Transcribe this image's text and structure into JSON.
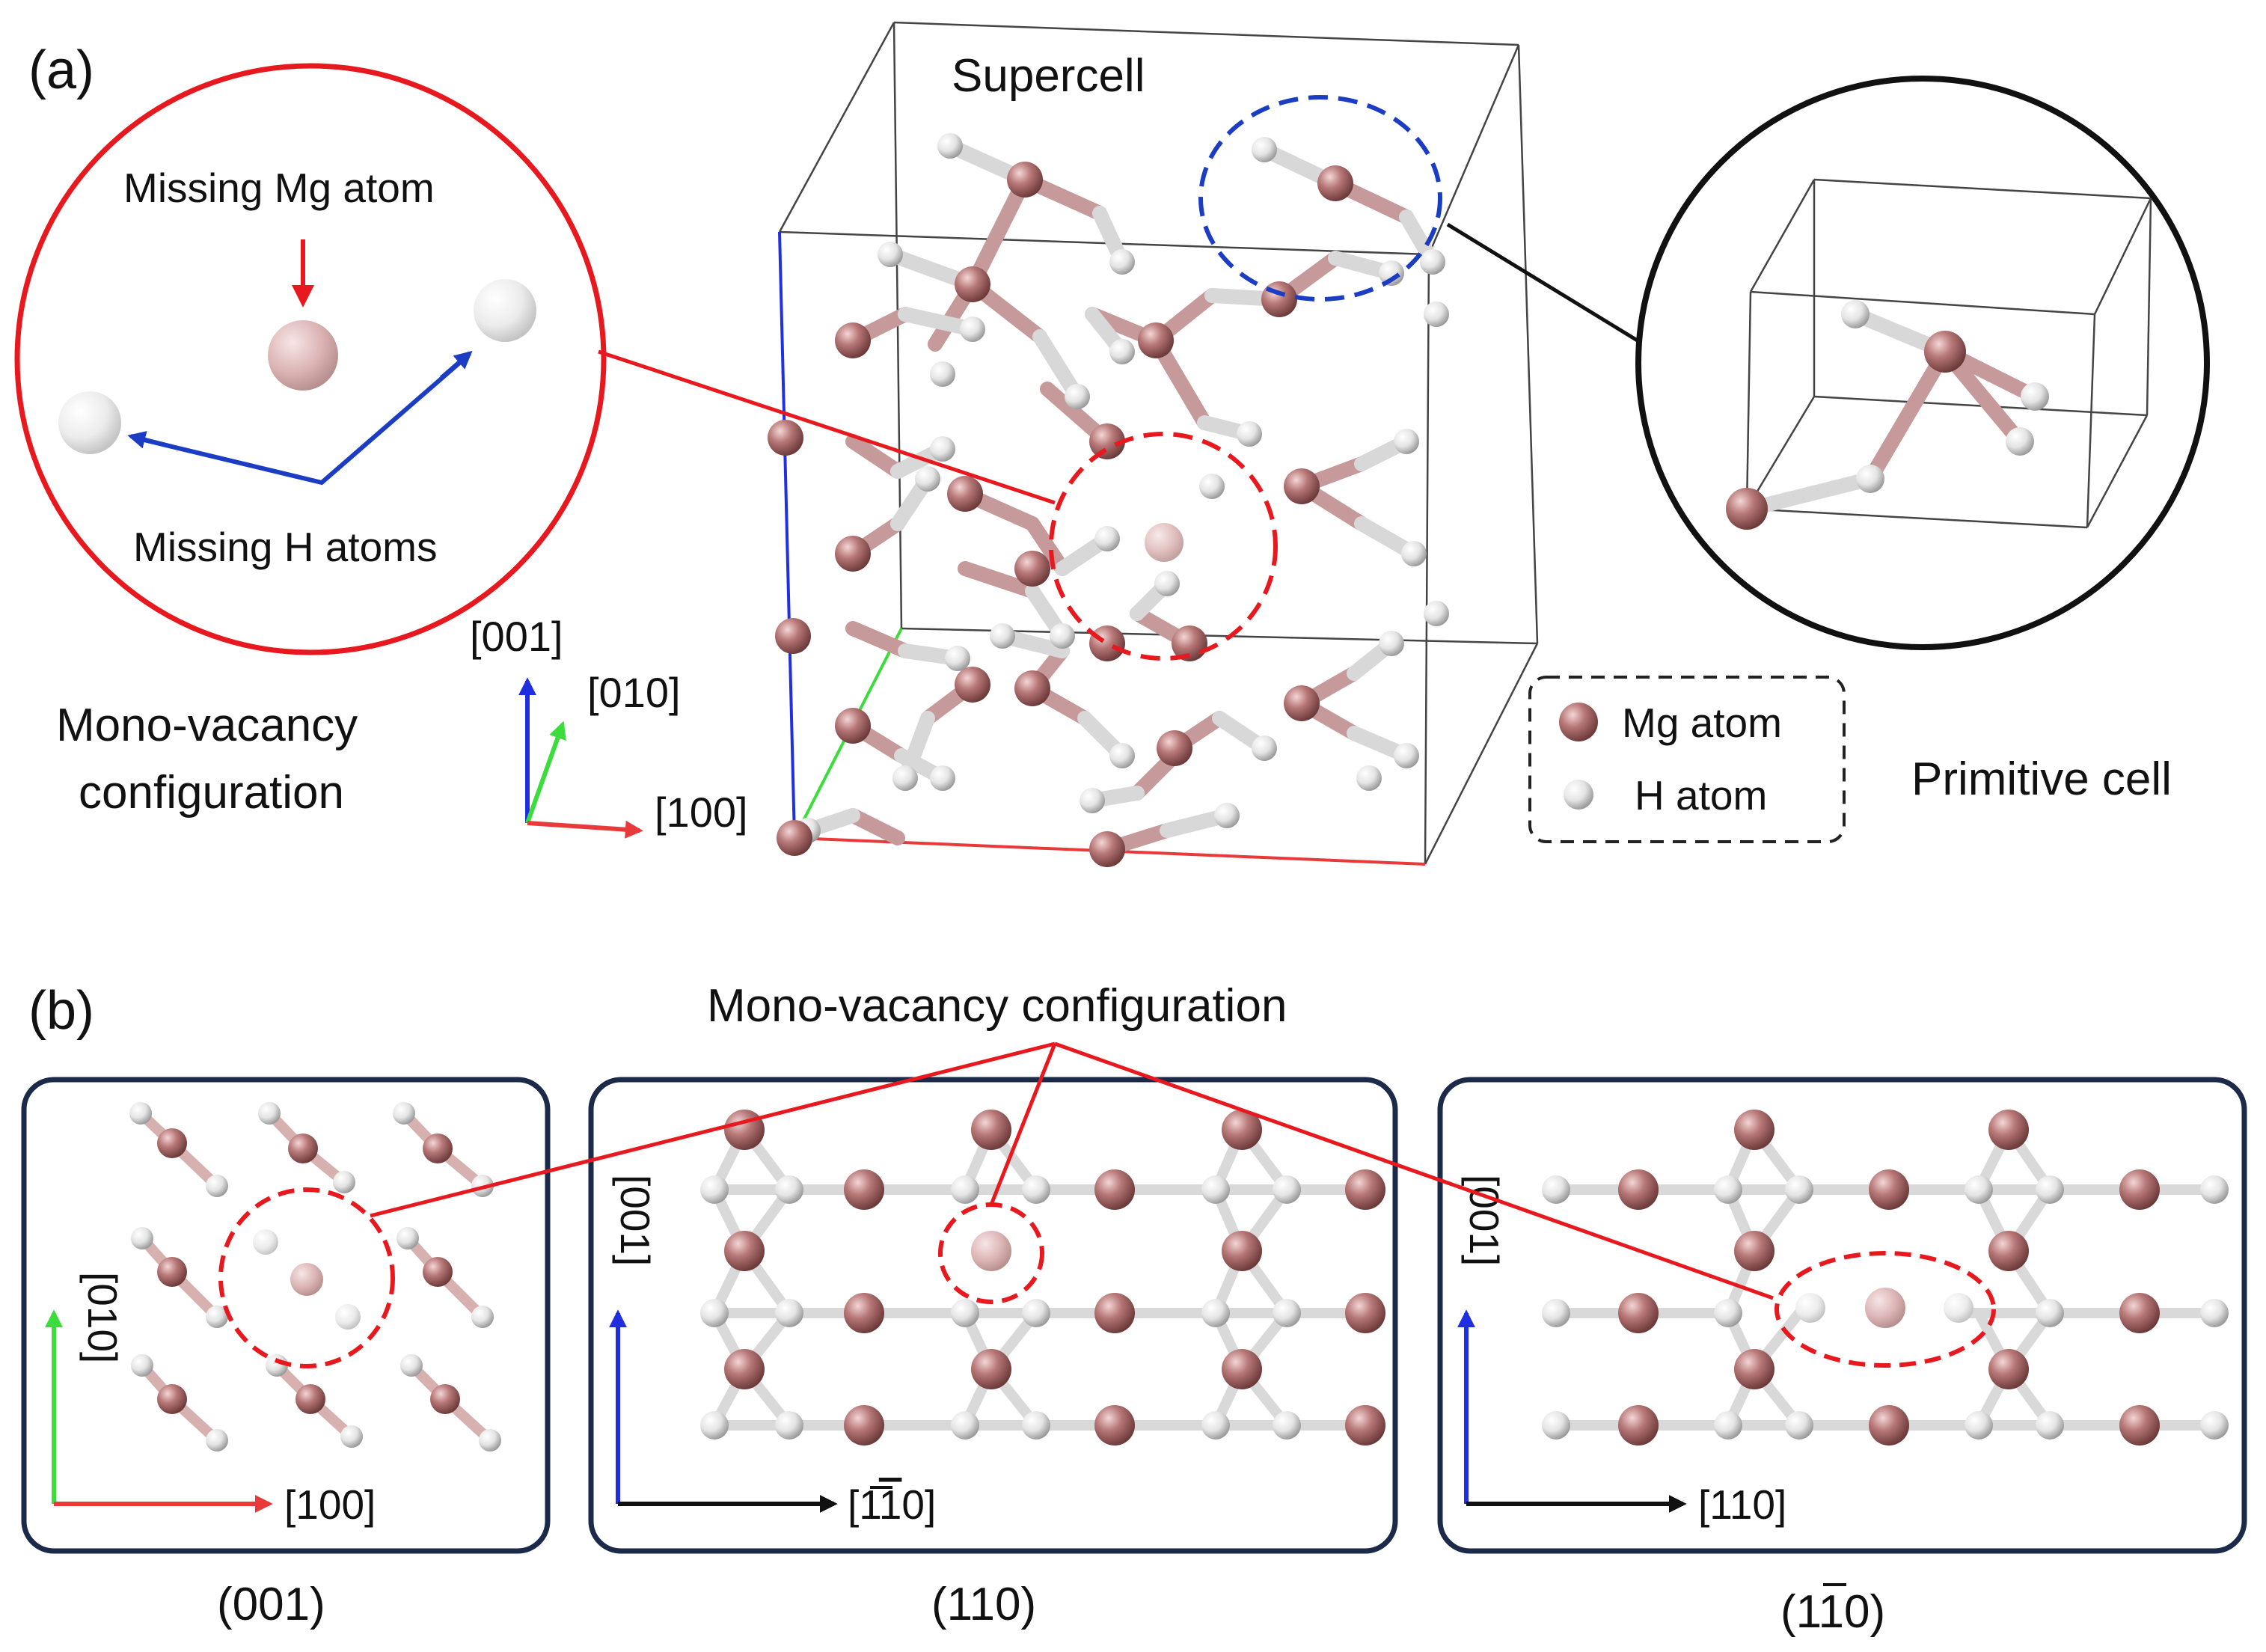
{
  "panel_a": {
    "label": "(a)",
    "supercell_title": "Supercell",
    "zoom_missing_mg": "Missing Mg atom",
    "zoom_missing_h": "Missing H atoms",
    "mono_vacancy_line1": "Mono-vacancy",
    "mono_vacancy_line2": "configuration",
    "axis_001": "[001]",
    "axis_010": "[010]",
    "axis_100": "[100]",
    "legend_mg": "Mg atom",
    "legend_h": "H atom",
    "primitive_cell": "Primitive cell"
  },
  "panel_b": {
    "label": "(b)",
    "title": "Mono-vacancy configuration",
    "view1": {
      "plane": "(001)",
      "axis_x": "[100]",
      "axis_y": "[010]"
    },
    "view2": {
      "plane": "(110)",
      "axis_x": "[1",
      "axis_x_bar": "1",
      "axis_x_end": "0]",
      "axis_y": "[001]"
    },
    "view3": {
      "plane_open": "(1",
      "plane_bar": "1",
      "plane_close": "0)",
      "axis_x": "[110]",
      "axis_y": "[001]"
    }
  },
  "colors": {
    "mg": "#b07070",
    "h": "#e6e6e6",
    "vacancy_red": "#e8191e",
    "highlight_blue": "#1a3dc4",
    "axis_red": "#e83a3a",
    "axis_green": "#3ddc3d",
    "axis_blue": "#1f2fe0",
    "frame_navy": "#1c2a4a"
  }
}
